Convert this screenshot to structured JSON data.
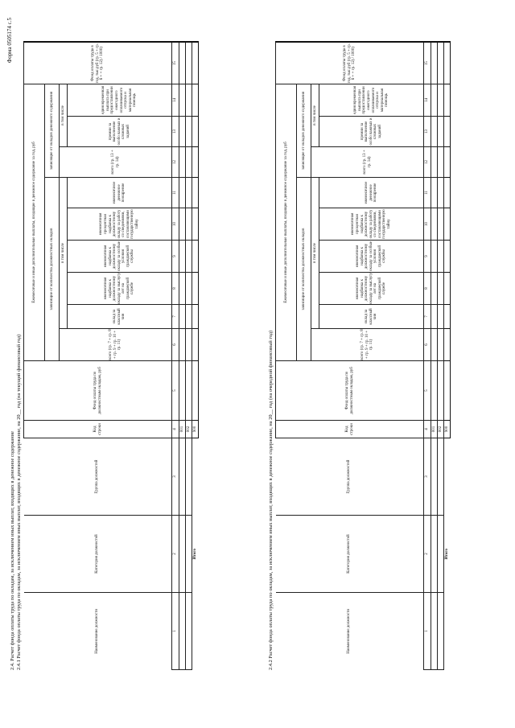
{
  "form_number": "Форма 0505174 с.5",
  "section": {
    "title": "2.4. Расчет фонда оплаты труда по окладам, за исключением иных выплат, входящих в денежное содержание",
    "sub1": "2.4.1 Расчет фонда оплаты труда по окладам, за исключением иных выплат, входящих в денежное содержание, на 20__ год (на текущий финансовый год)",
    "sub2": "2.4.2 Расчет фонда оплаты труда по окладам, за исключением иных выплат, входящих в денежное содержание, на 20__ год (на очередной финансовый год)"
  },
  "table": {
    "col_name": "Наименование должности",
    "col_category": "Категория должностей",
    "col_group": "Группа должностей",
    "col_code": "Код строки",
    "col_fund_salary": "Фонд оплаты труда по должностным окладам, руб",
    "group_monthly": "Ежемесячные и иные дополнительные выплаты, входящие в денежное содержание за год, руб",
    "sub_dependent_salary": "зависящие от количества должностных окладов",
    "sub_dependent_content": "зависящие от окладов денежного содержания",
    "total_a": "всего (гр. 7 + гр. 8 + гр. 9 + гр. 10 + гр. 11)",
    "incl": "в том числе",
    "col7": "оклад за классный чин",
    "col8": "ежемесячная надбавка к должностному окладу за выслугу лет на гражданской службе",
    "col9": "ежемесячная надбавка к должностному окладу за особые условия гражданской службы",
    "col10": "ежемесячная процентная надбавка к должностному окладу за работу со сведениями, составляющими государственную тайну",
    "col11": "ежемесячное денежное поощрение",
    "total_b": "всего (гр. 13 + гр. 14)",
    "col13": "премии за выполнение особо важных и сложных заданий",
    "col14": "единовременная выплата при предоставлении ежегодного оплачиваемого отпуска и материальная помощь",
    "col15": "Фонд оплаты труда в год, тыс.руб (гр. 5 + гр. 6 + + гр. 12) / 1000)",
    "col_numbers": [
      "1",
      "2",
      "3",
      "4",
      "5",
      "6",
      "7",
      "8",
      "9",
      "10",
      "11",
      "12",
      "13",
      "14",
      "15"
    ],
    "row_codes": [
      "001",
      "002"
    ],
    "total_label": "Итого",
    "total_code": "900"
  }
}
